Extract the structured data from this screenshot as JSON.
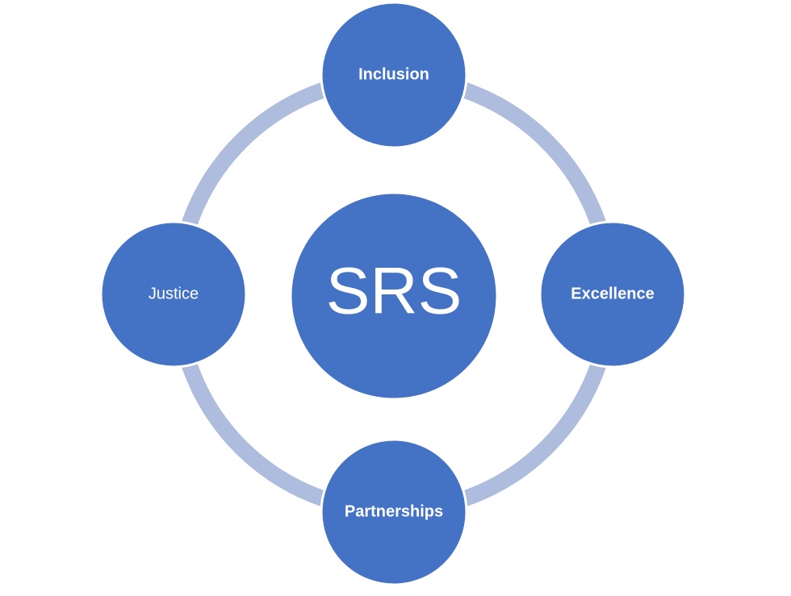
{
  "diagram": {
    "center": {
      "label": "SRS"
    },
    "nodes": [
      {
        "id": "top",
        "label": "Inclusion",
        "bold": true
      },
      {
        "id": "right",
        "label": "Excellence",
        "bold": true
      },
      {
        "id": "bottom",
        "label": "Partnerships",
        "bold": true
      },
      {
        "id": "left",
        "label": "Justice",
        "bold": false
      }
    ],
    "colors": {
      "node_fill": "#4472c4",
      "ring": "#aebcde",
      "text": "#ffffff",
      "background": "#ffffff"
    }
  }
}
